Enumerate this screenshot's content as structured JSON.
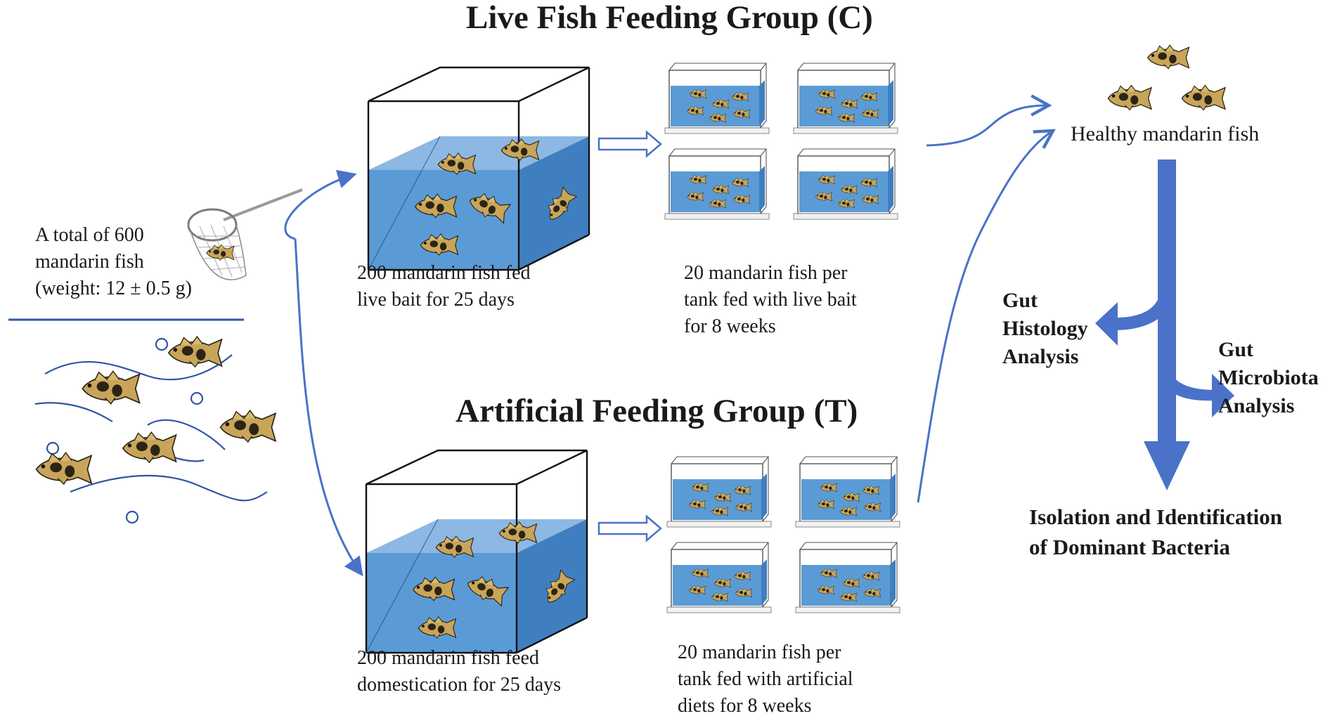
{
  "titles": {
    "live_group": "Live Fish Feeding Group (C)",
    "artificial_group": "Artificial Feeding Group (T)"
  },
  "source": {
    "line1": "A total of 600",
    "line2": "mandarin fish",
    "line3": "(weight: 12 ± 0.5 g)"
  },
  "live": {
    "domestication": [
      "200 mandarin fish fed",
      "live bait for 25 days"
    ],
    "tanks": [
      "20 mandarin fish per",
      "tank fed with live bait",
      "for 8 weeks"
    ]
  },
  "artificial": {
    "domestication": [
      "200 mandarin fish feed",
      "domestication for 25 days"
    ],
    "tanks": [
      "20 mandarin fish per",
      "tank fed with artificial",
      "diets for 8 weeks"
    ]
  },
  "outcome": {
    "healthy": "Healthy mandarin fish",
    "gut_histology": [
      "Gut",
      "Histology",
      "Analysis"
    ],
    "gut_microbiota": [
      "Gut",
      "Microbiota",
      "Analysis"
    ],
    "isolation": [
      "Isolation and Identification",
      "of Dominant Bacteria"
    ]
  },
  "colors": {
    "arrow": "#4a72c8",
    "water": "#5b9bd5",
    "water_dark": "#3f7fc0",
    "fish_body": "#c9a55a",
    "fish_mark": "#2b2416"
  }
}
